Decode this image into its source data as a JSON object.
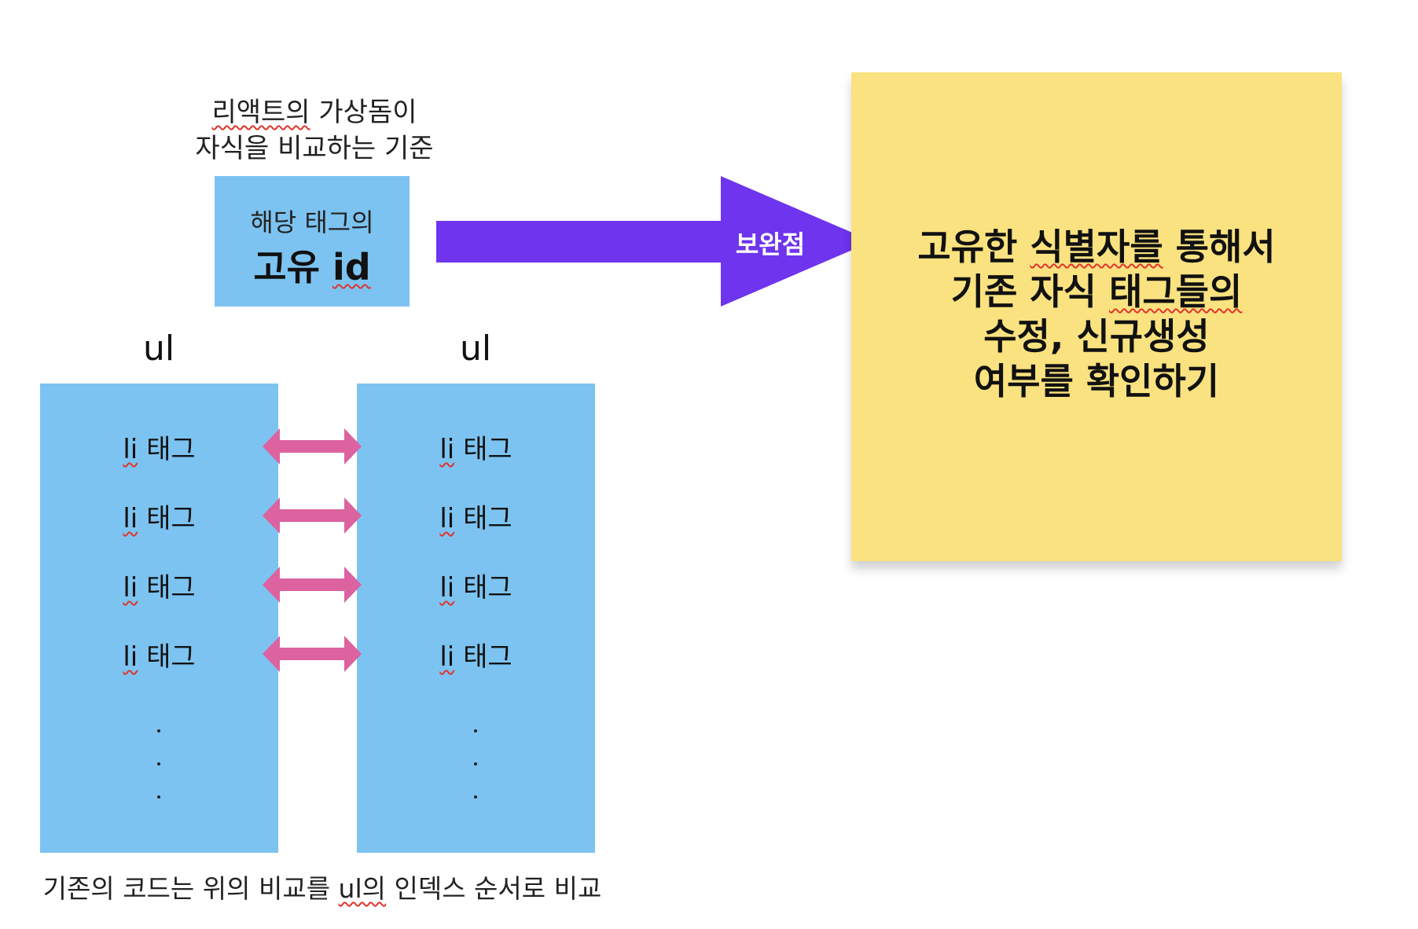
{
  "caption": {
    "line1_a": "리액트의",
    "line1_b": " 가상돔이",
    "line2": "자식을 비교하는 기준"
  },
  "id_box": {
    "line1": "해당 태그의",
    "line2_a": "고유 ",
    "line2_b": "id"
  },
  "arrow_label": "보완점",
  "sticky": {
    "line1_a": "고유한 ",
    "line1_b": "식별자를",
    "line1_c": " 통해서",
    "line2_a": "기존 자식 ",
    "line2_b": "태그들의",
    "line3": "수정, 신규생성",
    "line4": "여부를 확인하기"
  },
  "ul_left_label": "ul",
  "ul_right_label": "ul",
  "left_items": [
    {
      "li": "li",
      "tag": " 태그"
    },
    {
      "li": "li",
      "tag": " 태그"
    },
    {
      "li": "li",
      "tag": " 태그"
    },
    {
      "li": "li",
      "tag": " 태그"
    }
  ],
  "right_items": [
    {
      "li": "li",
      "tag": " 태그"
    },
    {
      "li": "li",
      "tag": " 태그"
    },
    {
      "li": "li",
      "tag": " 태그"
    },
    {
      "li": "li",
      "tag": " 태그"
    }
  ],
  "footer": {
    "part_a": "기존의 코드는 위의 비교를 ",
    "part_b": "ul의",
    "part_c": " 인덱스 순서로 비교"
  },
  "colors": {
    "box_blue": "#7cc3f1",
    "arrow_purple": "#6e34ee",
    "double_arrow_pink": "#dc62a0",
    "sticky_yellow": "#f9e27f"
  }
}
